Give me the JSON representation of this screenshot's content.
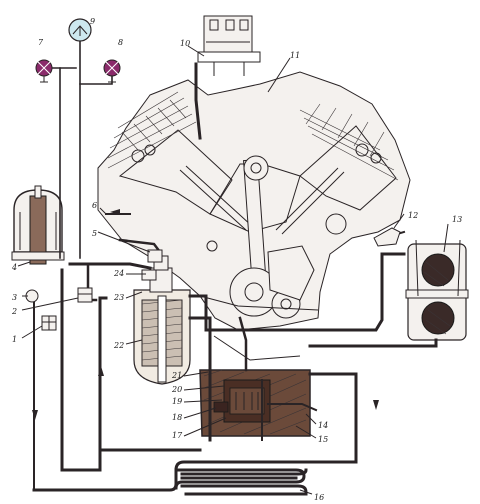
{
  "colors": {
    "line": "#2a2426",
    "oil": "#6b4a3a",
    "oil_dark": "#4a2e24",
    "gauge_fill": "#cde8ef",
    "lamp_fill": "#8a2a6a",
    "filter_fill": "#f1ebe2"
  },
  "icons": {
    "gauge": "pressure-gauge-icon",
    "lamp": "warning-lamp-icon",
    "arrow": "flow-arrow-icon"
  },
  "labels": {
    "l1": "1",
    "l2": "2",
    "l3": "3",
    "l4": "4",
    "l5": "5",
    "l6": "6",
    "l7": "7",
    "l8": "8",
    "l9": "9",
    "l10": "10",
    "l11": "11",
    "l12": "12",
    "l13": "13",
    "l14": "14",
    "l15": "15",
    "l16": "16",
    "l17": "17",
    "l18": "18",
    "l19": "19",
    "l20": "20",
    "l21": "21",
    "l22": "22",
    "l23": "23",
    "l24": "24"
  }
}
